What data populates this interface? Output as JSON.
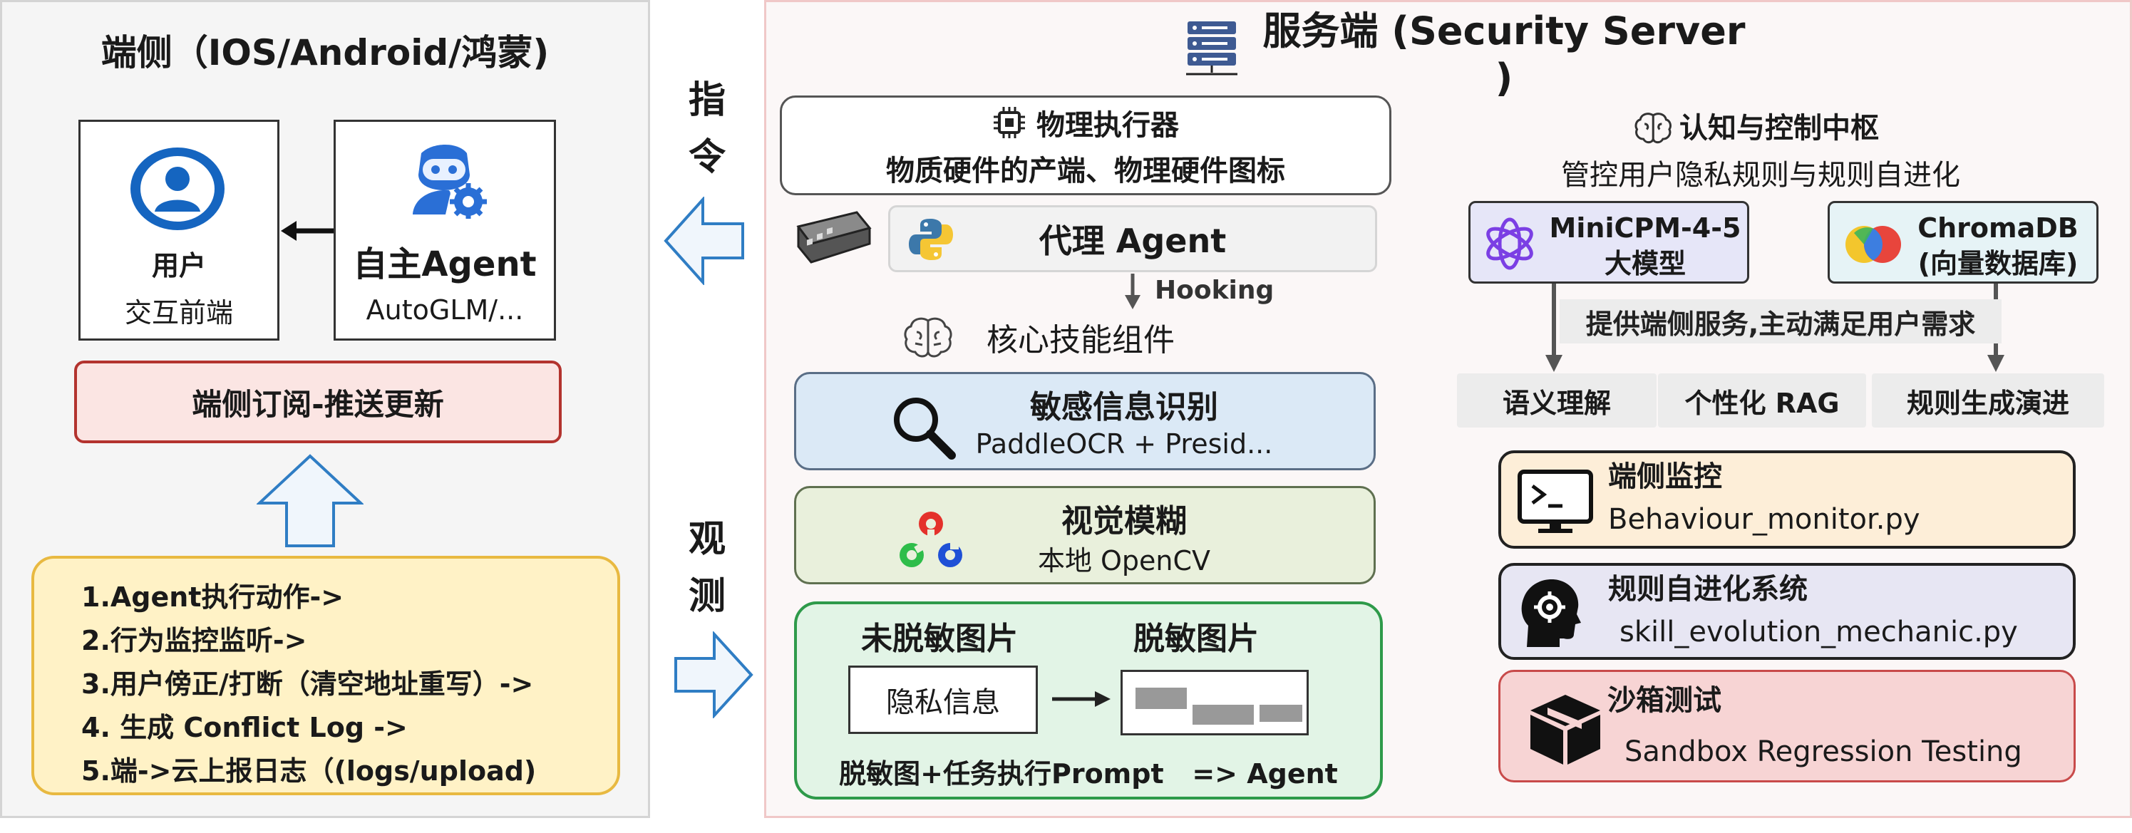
{
  "left": {
    "title": "端侧（IOS/Android/鸿蒙)",
    "user": {
      "title": "用户",
      "sub": "交互前端"
    },
    "agent": {
      "title": "自主Agent",
      "sub": "AutoGLM/..."
    },
    "subscribe": "端侧订阅-推送更新",
    "steps": [
      "1.Agent执行动作->",
      "2.行为监控监听->",
      "3.用户傍正/打断（清空地址重写）->",
      "4. 生成 Conflict Log ->",
      "5.端->云上报日志（(logs/upload)"
    ]
  },
  "middle": {
    "command": [
      "指",
      "令"
    ],
    "observe": [
      "观",
      "测"
    ]
  },
  "server": {
    "title": "服务端 (Security Server )",
    "physical": {
      "title": "物理执行器",
      "sub": "物质硬件的产端、物理硬件图标"
    },
    "agent_proxy": "代理 Agent",
    "hooking": "Hooking",
    "core_skills": "核心技能组件",
    "sensitive": {
      "title": "敏感信息识别",
      "sub": "PaddleOCR + Presid..."
    },
    "blur": {
      "title": "视觉模糊",
      "sub": "本地 OpenCV"
    },
    "desens": {
      "raw_title": "未脱敏图片",
      "masked_title": "脱敏图片",
      "raw_content": "隐私信息",
      "footer": "脱敏图+任务执行Prompt   => Agent"
    },
    "cognition": {
      "title": "认知与控制中枢",
      "sub": "管控用户隐私规则与规则自进化"
    },
    "minicpm": {
      "line1": "MiniCPM-4-5",
      "line2": "大模型"
    },
    "chroma": {
      "line1": "ChromaDB",
      "line2": "(向量数据库)"
    },
    "service_note": "提供端侧服务,主动满足用户需求",
    "tags": [
      "语义理解",
      "个性化 RAG",
      "规则生成演进"
    ],
    "monitor": {
      "title": "端侧监控",
      "file": "Behaviour_monitor.py"
    },
    "evolution": {
      "title": "规则自进化系统",
      "file": "skill_evolution_mechanic.py"
    },
    "sandbox": {
      "title": "沙箱测试",
      "file": "Sandbox Regression Testing"
    }
  },
  "colors": {
    "user_blue": "#1565c0",
    "ocr_bg": "#dbe9f6",
    "blur_bg": "#e9f0dc",
    "desens_green": "#2e9a4a",
    "subscribe_red": "#b3332e",
    "steps_yellow": "#fff2c6",
    "arrow_blue": "#2f7dc4"
  },
  "icons": [
    "user-avatar-icon",
    "robot-gear-icon",
    "server-rack-icon",
    "cpu-chip-icon",
    "network-switch-icon",
    "python-logo-icon",
    "brain-icon",
    "magnifier-icon",
    "opencv-logo-icon",
    "openai-logo-icon",
    "chroma-logo-icon",
    "terminal-monitor-icon",
    "head-gear-icon",
    "box-icon"
  ]
}
